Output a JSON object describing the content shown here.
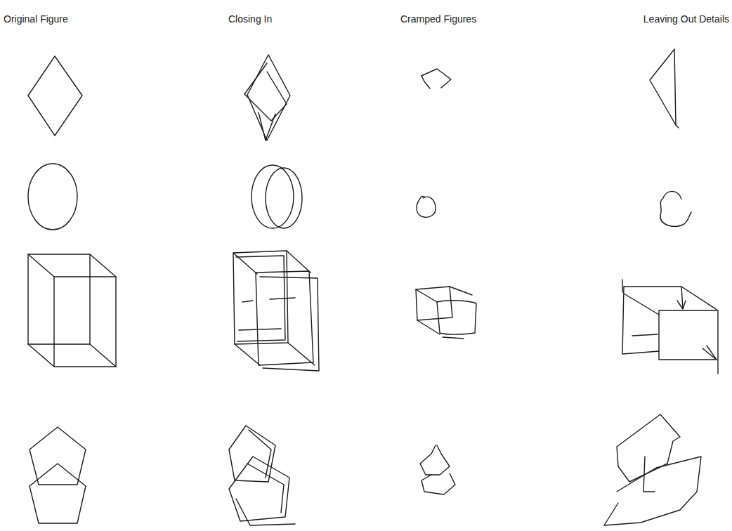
{
  "diagram": {
    "labels": [
      "Original Figure",
      "Closing In",
      "Cramped Figures",
      "Leaving Out Details"
    ]
  }
}
